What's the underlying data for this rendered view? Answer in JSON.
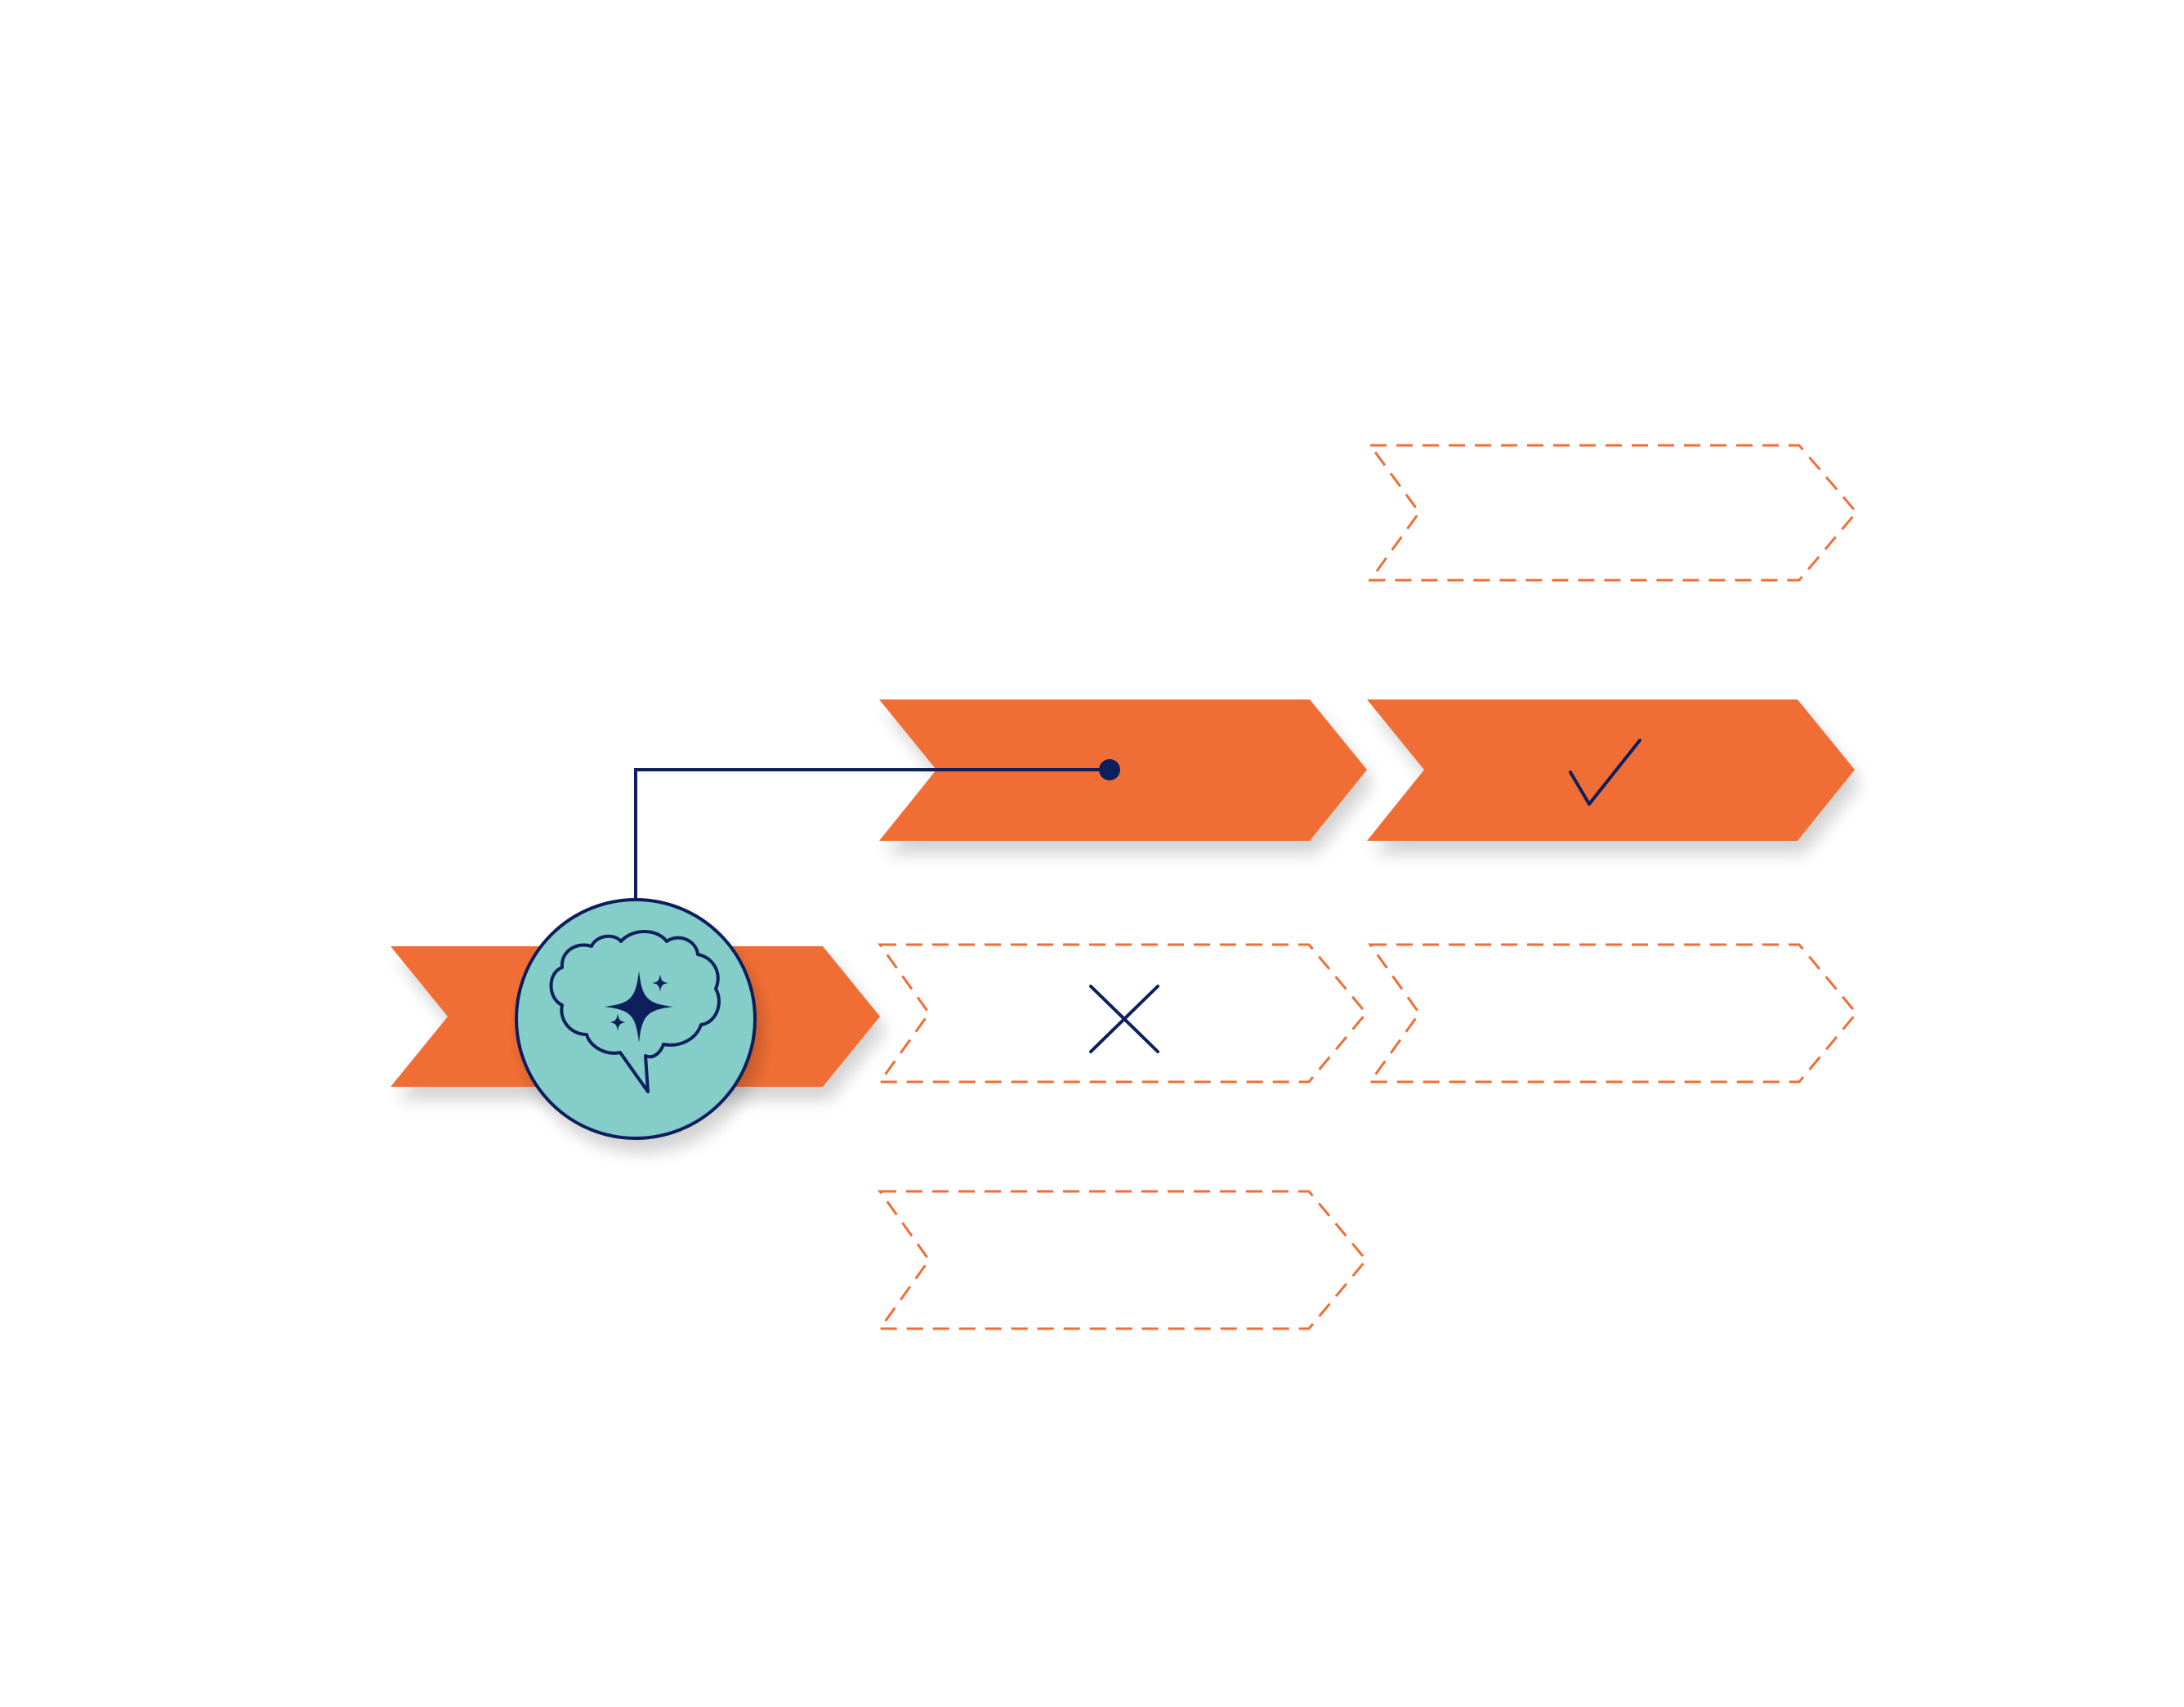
{
  "colors": {
    "background": "#ffffff",
    "chevron_fill": "#f06e35",
    "chevron_dashed_stroke": "#f06e35",
    "hub_fill": "#84cdc8",
    "ink": "#0d1f5c",
    "shadow": "#8c8c8c"
  },
  "nodes": [
    {
      "id": "start",
      "style": "solid",
      "marker": "brain-icon"
    },
    {
      "id": "step-a1",
      "style": "solid",
      "marker": "connector-dot"
    },
    {
      "id": "step-a2",
      "style": "dashed",
      "marker": "x-icon"
    },
    {
      "id": "step-a3",
      "style": "dashed",
      "marker": "none"
    },
    {
      "id": "step-b0",
      "style": "dashed",
      "marker": "none"
    },
    {
      "id": "step-b1",
      "style": "solid",
      "marker": "check-icon"
    },
    {
      "id": "step-b2",
      "style": "dashed",
      "marker": "none"
    }
  ],
  "connector": {
    "from": "start",
    "to": "step-a1"
  }
}
